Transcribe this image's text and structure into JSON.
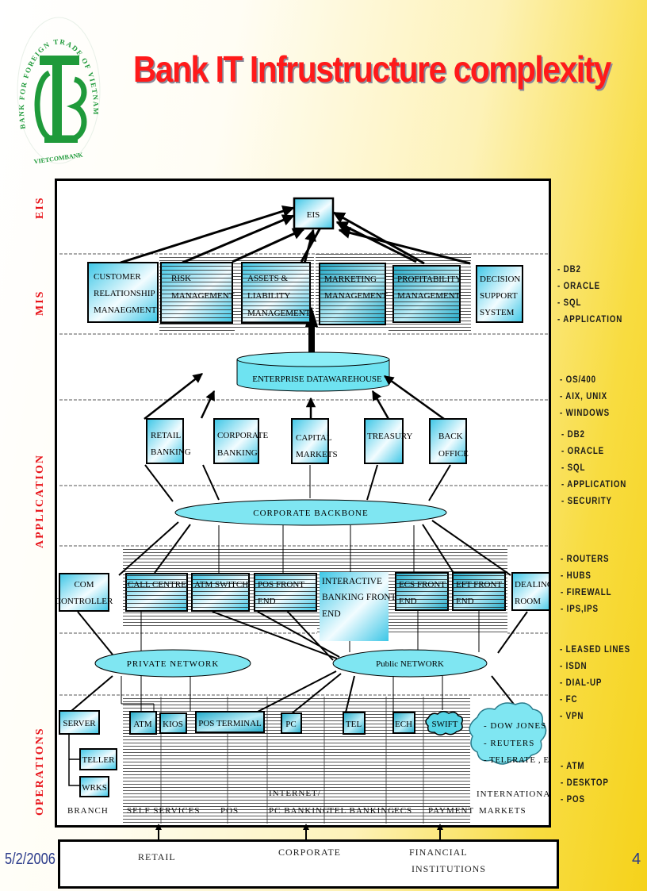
{
  "slide": {
    "title": "Bank IT Infrustructure complexity",
    "date": "5/2/2006",
    "page_number": "4",
    "logo": {
      "ring_text": "BANK FOR FOREIGN TRADE OF VIETNAM",
      "bottom_text": "VIETCOMBANK",
      "color": "#1f9a3a"
    }
  },
  "colors": {
    "title": "#ff1a1a",
    "layer_label": "#e8141a",
    "box_fill": "#5fd3ec",
    "ellipse_fill": "#7fe6f2"
  },
  "layers": [
    "EIS",
    "MIS",
    "APPLICATION",
    "OPERATIONS"
  ],
  "eis": {
    "box": "EIS"
  },
  "mis": {
    "boxes": [
      {
        "lines": [
          "CUSTOMER",
          "RELATIONSHIP",
          "MANAEGMENT"
        ]
      },
      {
        "lines": [
          "RISK",
          "MANAGEMENT"
        ]
      },
      {
        "lines": [
          "ASSETS &",
          "LIABILITY",
          "MANAGEMENT"
        ]
      },
      {
        "lines": [
          "MARKETING",
          "MANAGEMENT"
        ]
      },
      {
        "lines": [
          "PROFITABILITY",
          "MANAGEMENT"
        ]
      },
      {
        "lines": [
          "DECISION",
          "SUPPORT",
          "SYSTEM"
        ]
      }
    ]
  },
  "warehouse": "ENTERPRISE DATAWAREHOUSE",
  "applications": [
    {
      "lines": [
        "RETAIL",
        "BANKING"
      ]
    },
    {
      "lines": [
        "CORPORATE",
        "BANKING"
      ]
    },
    {
      "lines": [
        "CAPITAL",
        "MARKETS"
      ]
    },
    {
      "lines": [
        "TREASURY"
      ]
    },
    {
      "lines": [
        "BACK",
        "OFFICE"
      ]
    }
  ],
  "backbone": "CORPORATE  BACKBONE",
  "front_ends": [
    {
      "lines": [
        "COM",
        "CONTROLLER"
      ]
    },
    {
      "lines": [
        "CALL  CENTRE"
      ]
    },
    {
      "lines": [
        "ATM  SWITCH"
      ]
    },
    {
      "lines": [
        "POS  FRONT",
        "END"
      ]
    },
    {
      "lines": [
        "INTERACTIVE",
        "BANKING FRONT",
        "END"
      ]
    },
    {
      "lines": [
        "ECS  FRONT",
        "END"
      ]
    },
    {
      "lines": [
        "EFT  FRONT",
        "END"
      ]
    },
    {
      "lines": [
        "DEALING",
        "ROOM"
      ]
    }
  ],
  "networks": {
    "private": "PRIVATE  NETWORK",
    "public": "Public  NETWORK"
  },
  "devices": {
    "server": "SERVER",
    "teller": "TELLER",
    "wrks": "WRKS",
    "atm": "ATM",
    "kios": "KIOS",
    "pos_terminal": "POS  TERMINAL",
    "pc": "PC",
    "tel": "TEL",
    "ech": "ECH",
    "swift": "SWIFT",
    "markets_cloud": [
      "-  DOW  JONES",
      "-  REUTERS",
      "-  TELERATE , ETC"
    ]
  },
  "channels": [
    {
      "lines": [
        "BRANCH"
      ]
    },
    {
      "lines": [
        "SELF  SERVICES"
      ]
    },
    {
      "lines": [
        "POS"
      ]
    },
    {
      "lines": [
        "INTERNET/",
        "PC  BANKING"
      ]
    },
    {
      "lines": [
        "TEL  BANKING"
      ]
    },
    {
      "lines": [
        "ECS"
      ]
    },
    {
      "lines": [
        "PAYMENT"
      ]
    },
    {
      "lines": [
        "INTERNATIONAL",
        "MARKETS"
      ]
    }
  ],
  "customers": [
    "RETAIL",
    "CORPORATE",
    "FINANCIAL",
    "INSTITUTIONS"
  ],
  "tech_notes": {
    "mis": [
      "- DB2",
      "- ORACLE",
      "- SQL",
      "- APPLICATION"
    ],
    "platform": [
      "- OS/400",
      "- AIX, UNIX",
      "- WINDOWS"
    ],
    "application": [
      "- DB2",
      "- ORACLE",
      "- SQL",
      "- APPLICATION",
      "- SECURITY"
    ],
    "network": [
      "- ROUTERS",
      "- HUBS",
      "- FIREWALL",
      "- IPS,IPS"
    ],
    "links": [
      "- LEASED LINES",
      "- ISDN",
      "- DIAL-UP",
      "- FC",
      "- VPN"
    ],
    "devices": [
      "- ATM",
      "- DESKTOP",
      "- POS"
    ]
  }
}
